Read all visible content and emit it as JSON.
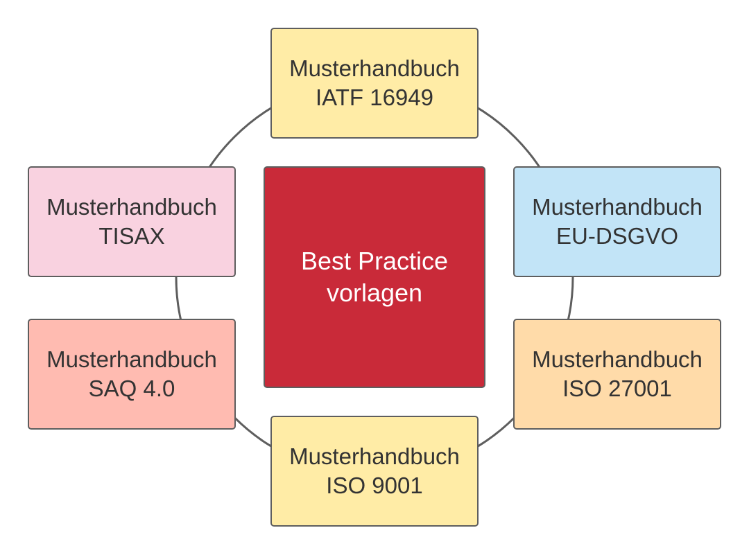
{
  "center": {
    "line1": "Best Practice",
    "line2": "vorlagen",
    "color": "#c92a39"
  },
  "nodes": [
    {
      "id": "iatf",
      "line1": "Musterhandbuch",
      "line2": "IATF 16949",
      "color": "#ffeca6"
    },
    {
      "id": "eu-dsgvo",
      "line1": "Musterhandbuch",
      "line2": "EU-DSGVO",
      "color": "#c2e4f7"
    },
    {
      "id": "iso27001",
      "line1": "Musterhandbuch",
      "line2": "ISO 27001",
      "color": "#ffdba9"
    },
    {
      "id": "iso9001",
      "line1": "Musterhandbuch",
      "line2": "ISO 9001",
      "color": "#ffeca6"
    },
    {
      "id": "saq",
      "line1": "Musterhandbuch",
      "line2": "SAQ 4.0",
      "color": "#ffbbb1"
    },
    {
      "id": "tisax",
      "line1": "Musterhandbuch",
      "line2": "TISAX",
      "color": "#f9d2e0"
    }
  ]
}
